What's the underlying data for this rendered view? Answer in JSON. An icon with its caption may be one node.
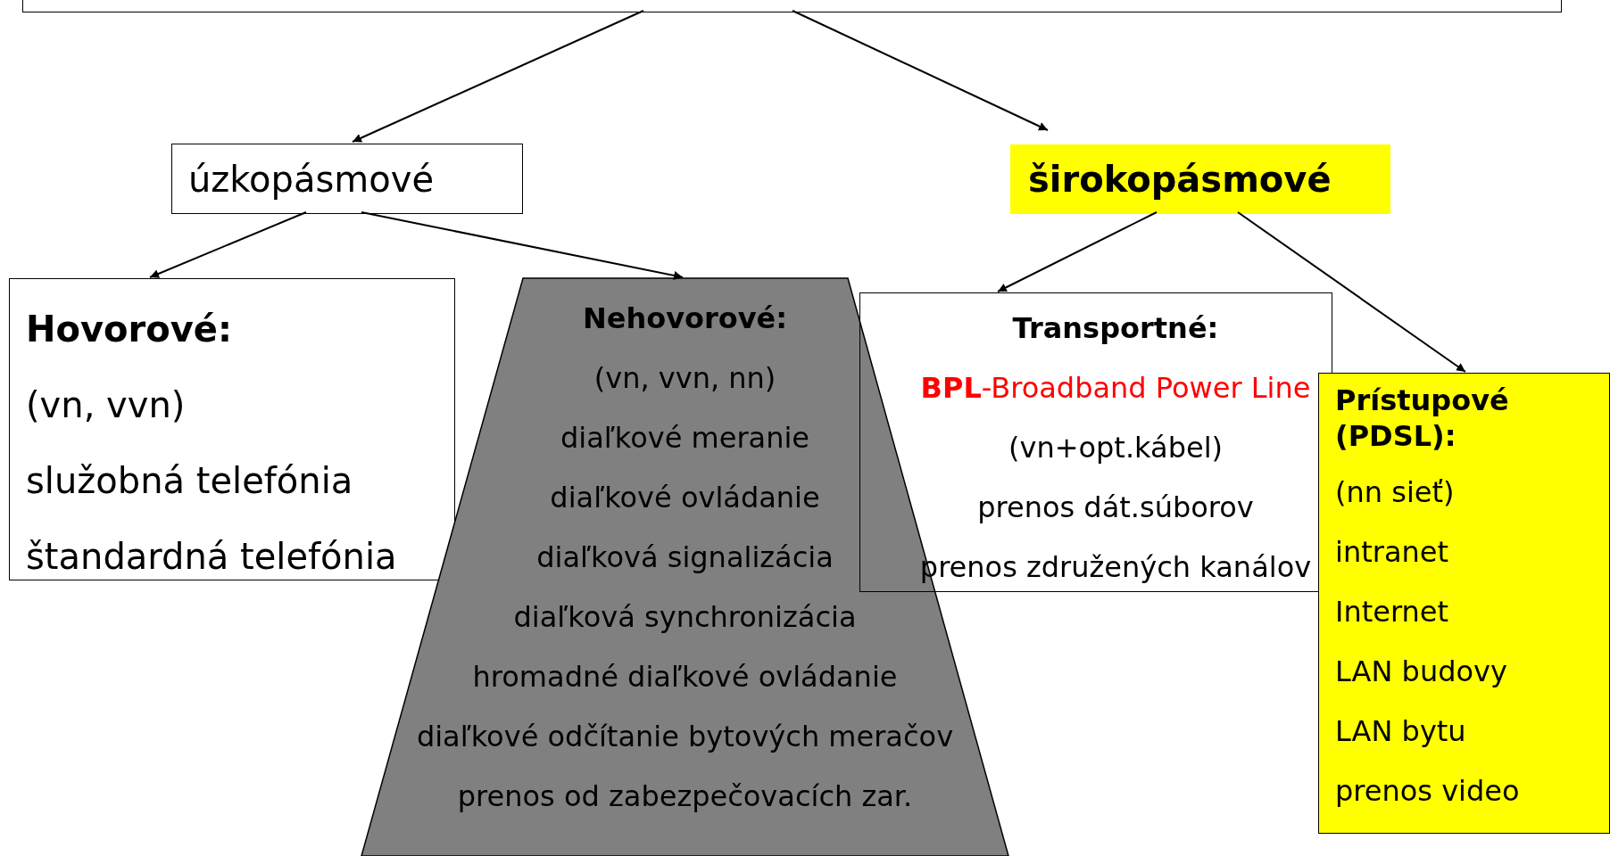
{
  "diagram": {
    "nodes": [
      {
        "text": [],
        "shape": "box"
      },
      {
        "text": [
          "úzkopásmové"
        ]
      },
      {
        "text": [
          "širokopásmové"
        ]
      },
      {
        "text": [
          "Hovorové:",
          "(vn, vvn)",
          "služobná telefónia",
          "štandardná telefónia"
        ]
      },
      {
        "text": [
          "Nehovorové:",
          "(vn, vvn, nn)",
          "diaľkové meranie",
          "diaľkové ovládanie",
          "diaľková signalizácia",
          "diaľková synchronizácia",
          "hromadné diaľkové ovládanie",
          "diaľkové odčítanie bytových meračov",
          "prenos od zabezpečovacích zar."
        ]
      },
      {
        "text": [
          "Transportné:",
          "**BPL**-Broadband Power Line",
          "(vn+opt.kábel)",
          "prenos dát.súborov",
          "prenos združených kanálov"
        ]
      },
      {
        "text": [
          "Prístupové (PDSL):",
          "(nn sieť)",
          "intranet",
          "Internet",
          "LAN budovy",
          "LAN bytu",
          "prenos video"
        ]
      }
    ],
    "edges": [
      {
        "from": 0,
        "to": 1,
        "arrow": "to"
      },
      {
        "from": 0,
        "to": 2,
        "arrow": "to"
      },
      {
        "from": 1,
        "to": 3,
        "arrow": "to"
      },
      {
        "from": 1,
        "to": 4,
        "arrow": "to"
      },
      {
        "from": 2,
        "to": 5,
        "arrow": "to"
      },
      {
        "from": 2,
        "to": 6,
        "arrow": "to"
      }
    ]
  }
}
